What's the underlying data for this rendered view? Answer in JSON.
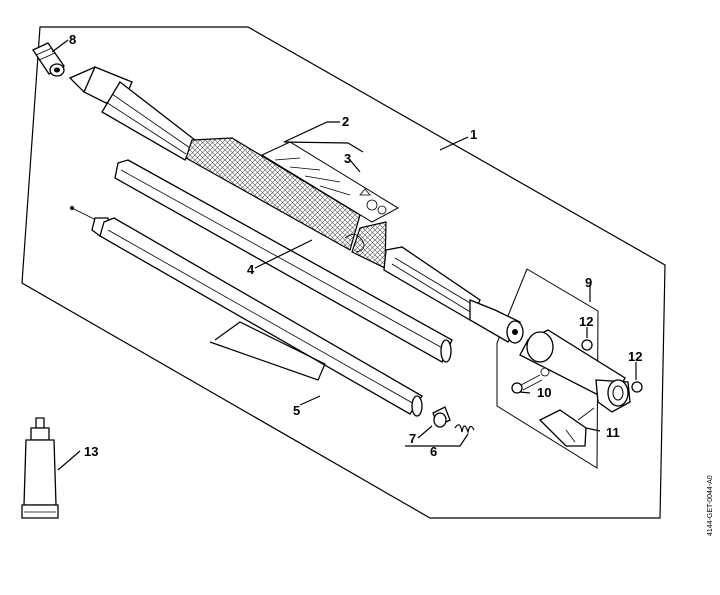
{
  "figure_id": "4144-GET-0044-A0",
  "callouts": [
    {
      "id": "1",
      "part": "drive-tube-assembly"
    },
    {
      "id": "2",
      "part": "label-area"
    },
    {
      "id": "3",
      "part": "label"
    },
    {
      "id": "4",
      "part": "protective-tube"
    },
    {
      "id": "5",
      "part": "drive-shaft"
    },
    {
      "id": "6",
      "part": "sleeve-and-spring"
    },
    {
      "id": "7",
      "part": "sleeve"
    },
    {
      "id": "8",
      "part": "end-plug"
    },
    {
      "id": "9",
      "part": "clamp-assembly"
    },
    {
      "id": "10",
      "part": "screw"
    },
    {
      "id": "11",
      "part": "wing-screw"
    },
    {
      "id": "12",
      "part": "nut"
    },
    {
      "id": "13",
      "part": "grease-tube"
    }
  ]
}
